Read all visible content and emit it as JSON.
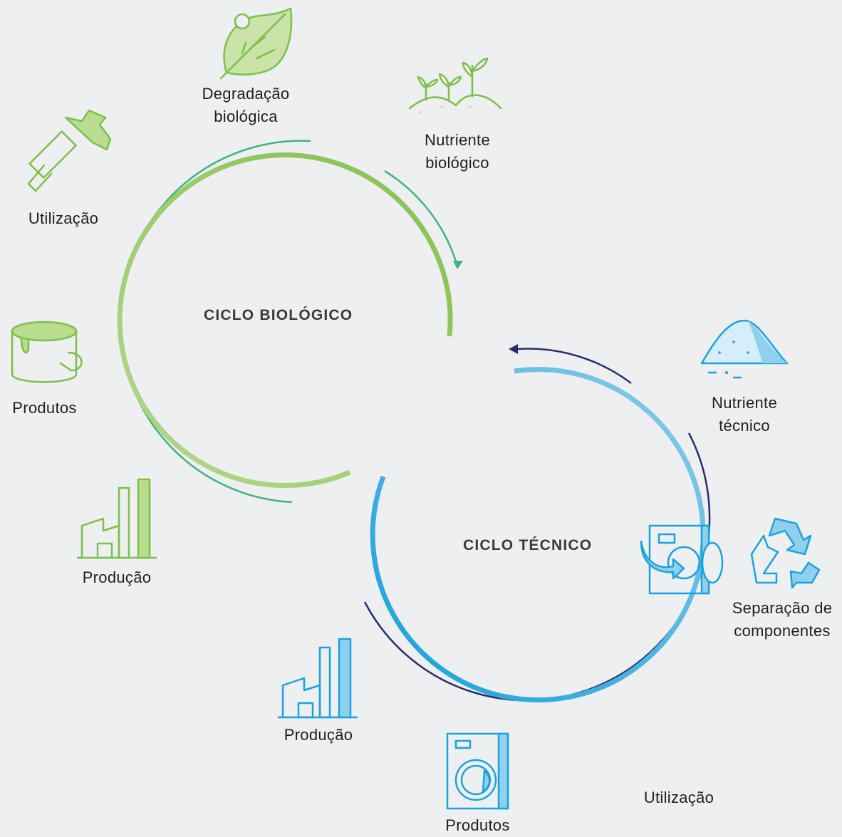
{
  "titles": {
    "bio": "CICLO BIOLÓGICO",
    "tech": "CICLO TÉCNICO"
  },
  "bio_labels": {
    "degradacao": [
      "Degradação",
      "biológica"
    ],
    "nutriente": [
      "Nutriente",
      "biológico"
    ],
    "utilizacao": "Utilização",
    "produtos": "Produtos",
    "producao": "Produção"
  },
  "tech_labels": {
    "nutriente": [
      "Nutriente",
      "técnico"
    ],
    "separacao": [
      "Separação de",
      "componentes"
    ],
    "utilizacao": "Utilização",
    "produtos": "Produtos",
    "producao": "Produção"
  },
  "colors": {
    "bio_outer": "#3fb37f",
    "bio_inner_start": "#b3d88e",
    "bio_inner_end": "#86bf4f",
    "bio_icon": "#7cbf4a",
    "bio_fill": "#b9dc8f",
    "tech_outer": "#2b2d6b",
    "tech_inner_start": "#16a0d9",
    "tech_inner_end": "#8ccbea",
    "tech_icon": "#1aa3dc",
    "tech_fill": "#8fd0ee"
  }
}
